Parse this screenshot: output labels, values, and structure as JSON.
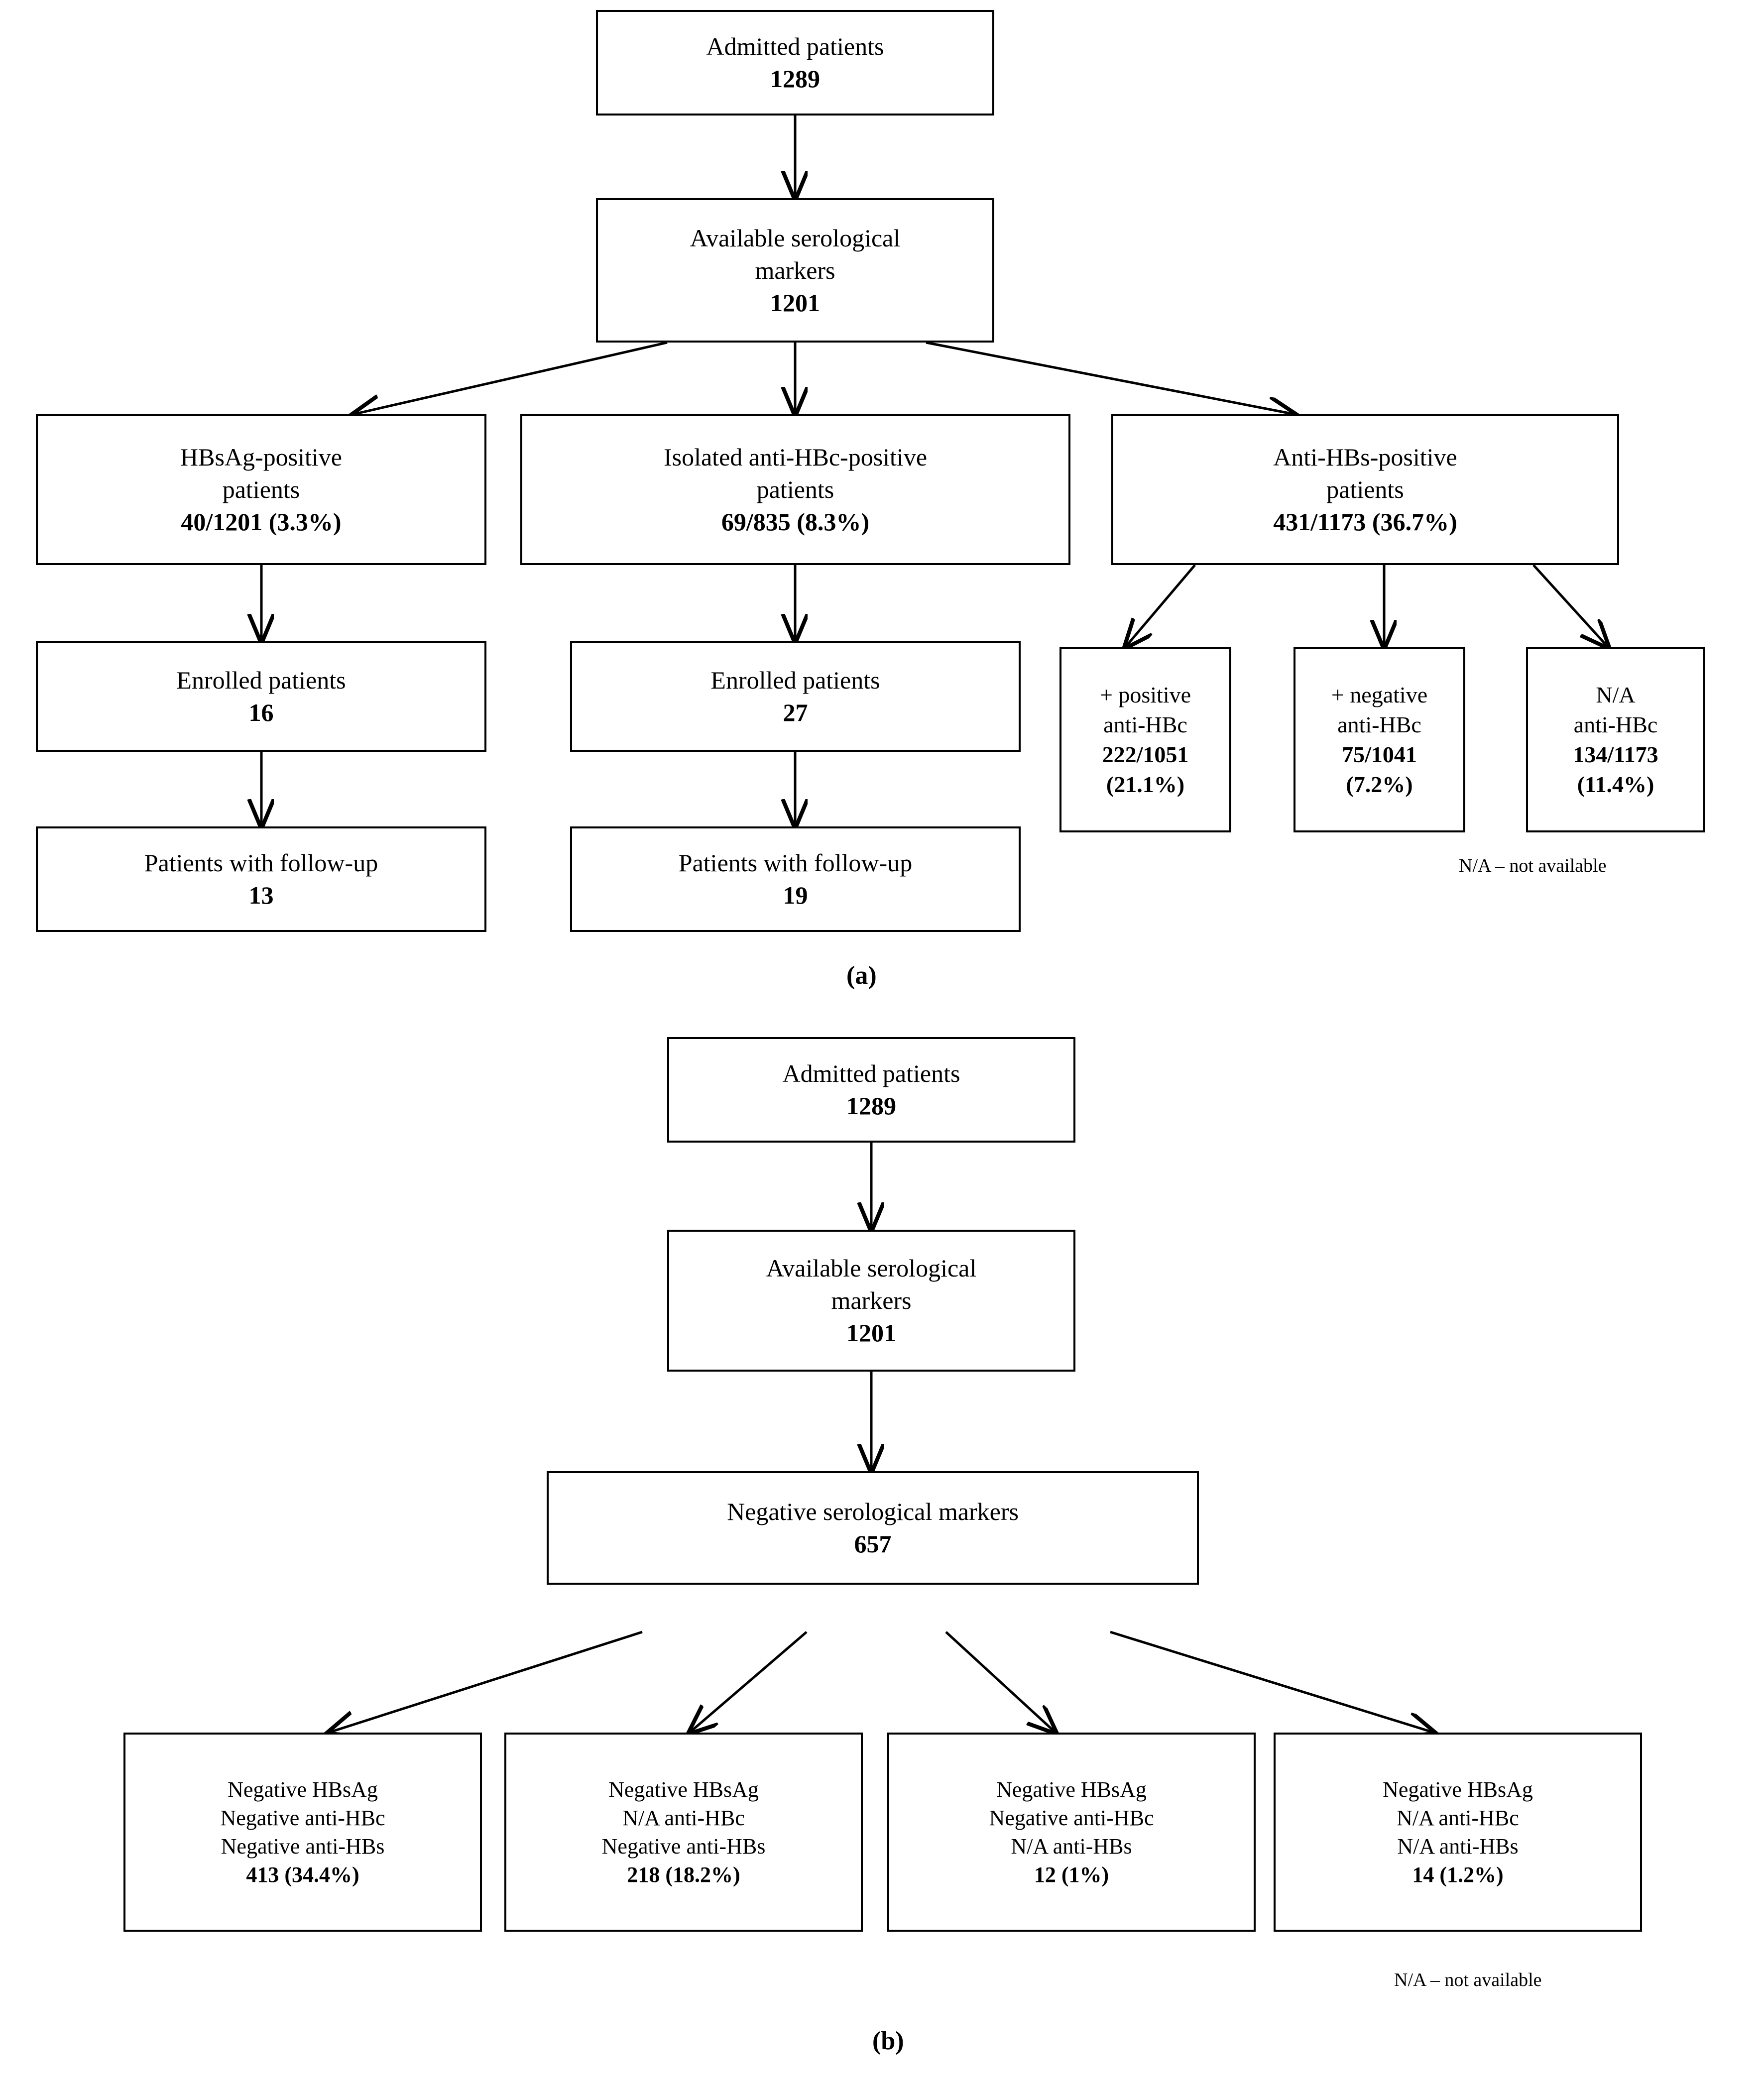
{
  "figure": {
    "panels": [
      {
        "label": "(a)",
        "note": "N/A – not available",
        "nodes": [
          {
            "id": "a-admitted",
            "lines": [
              {
                "t": "Admitted patients",
                "bold": false
              },
              {
                "t": "1289",
                "bold": true
              }
            ]
          },
          {
            "id": "a-available",
            "lines": [
              {
                "t": "Available serological",
                "bold": false
              },
              {
                "t": "markers",
                "bold": false
              },
              {
                "t": "1201",
                "bold": true
              }
            ]
          },
          {
            "id": "a-hbsag",
            "lines": [
              {
                "t": "HBsAg-positive",
                "bold": false
              },
              {
                "t": "patients",
                "bold": false
              },
              {
                "t": "40/1201 (3.3%)",
                "bold": true
              }
            ]
          },
          {
            "id": "a-isolated",
            "lines": [
              {
                "t": "Isolated anti-HBc-positive",
                "bold": false
              },
              {
                "t": "patients",
                "bold": false
              },
              {
                "t": "69/835 (8.3%)",
                "bold": true
              }
            ]
          },
          {
            "id": "a-antihbs",
            "lines": [
              {
                "t": "Anti-HBs-positive",
                "bold": false
              },
              {
                "t": "patients",
                "bold": false
              },
              {
                "t": "431/1173 (36.7%)",
                "bold": true
              }
            ]
          },
          {
            "id": "a-enrolled-1",
            "lines": [
              {
                "t": "Enrolled patients",
                "bold": false
              },
              {
                "t": "16",
                "bold": true
              }
            ]
          },
          {
            "id": "a-enrolled-2",
            "lines": [
              {
                "t": "Enrolled patients",
                "bold": false
              },
              {
                "t": "27",
                "bold": true
              }
            ]
          },
          {
            "id": "a-followup-1",
            "lines": [
              {
                "t": "Patients with follow-up",
                "bold": false
              },
              {
                "t": "13",
                "bold": true
              }
            ]
          },
          {
            "id": "a-followup-2",
            "lines": [
              {
                "t": "Patients with follow-up",
                "bold": false
              },
              {
                "t": "19",
                "bold": true
              }
            ]
          },
          {
            "id": "a-pos-hbc",
            "lines": [
              {
                "t": "+ positive",
                "bold": false
              },
              {
                "t": "anti-HBc",
                "bold": false
              },
              {
                "t": "222/1051",
                "bold": true
              },
              {
                "t": "(21.1%)",
                "bold": true
              }
            ]
          },
          {
            "id": "a-neg-hbc",
            "lines": [
              {
                "t": "+ negative",
                "bold": false
              },
              {
                "t": "anti-HBc",
                "bold": false
              },
              {
                "t": "75/1041",
                "bold": true
              },
              {
                "t": "(7.2%)",
                "bold": true
              }
            ]
          },
          {
            "id": "a-na-hbc",
            "lines": [
              {
                "t": "N/A",
                "bold": false
              },
              {
                "t": "anti-HBc",
                "bold": false
              },
              {
                "t": "134/1173",
                "bold": true
              },
              {
                "t": "(11.4%)",
                "bold": true
              }
            ]
          }
        ]
      },
      {
        "label": "(b)",
        "note": "N/A – not available",
        "nodes": [
          {
            "id": "b-admitted",
            "lines": [
              {
                "t": "Admitted patients",
                "bold": false
              },
              {
                "t": "1289",
                "bold": true
              }
            ]
          },
          {
            "id": "b-available",
            "lines": [
              {
                "t": "Available serological",
                "bold": false
              },
              {
                "t": "markers",
                "bold": false
              },
              {
                "t": "1201",
                "bold": true
              }
            ]
          },
          {
            "id": "b-negative",
            "lines": [
              {
                "t": "Negative serological markers",
                "bold": false
              },
              {
                "t": "657",
                "bold": true
              }
            ]
          },
          {
            "id": "b-g1",
            "lines": [
              {
                "t": "Negative HBsAg",
                "bold": false
              },
              {
                "t": "Negative anti-HBc",
                "bold": false
              },
              {
                "t": "Negative anti-HBs",
                "bold": false
              },
              {
                "t": "413 (34.4%)",
                "bold": true
              }
            ]
          },
          {
            "id": "b-g2",
            "lines": [
              {
                "t": "Negative HBsAg",
                "bold": false
              },
              {
                "t": "N/A anti-HBc",
                "bold": false
              },
              {
                "t": "Negative anti-HBs",
                "bold": false
              },
              {
                "t": "218 (18.2%)",
                "bold": true
              }
            ]
          },
          {
            "id": "b-g3",
            "lines": [
              {
                "t": "Negative HBsAg",
                "bold": false
              },
              {
                "t": "Negative anti-HBc",
                "bold": false
              },
              {
                "t": "N/A anti-HBs",
                "bold": false
              },
              {
                "t": "12 (1%)",
                "bold": true
              }
            ]
          },
          {
            "id": "b-g4",
            "lines": [
              {
                "t": "Negative HBsAg",
                "bold": false
              },
              {
                "t": "N/A anti-HBc",
                "bold": false
              },
              {
                "t": "N/A anti-HBs",
                "bold": false
              },
              {
                "t": "14 (1.2%)",
                "bold": true
              }
            ]
          }
        ]
      }
    ]
  },
  "chart_data": {
    "type": "diagram",
    "title": "Patient serological screening flow chart",
    "panel_a": {
      "label": "(a)",
      "flow": [
        {
          "node": "Admitted patients",
          "value": 1289
        },
        {
          "node": "Available serological markers",
          "value": 1201
        },
        {
          "node": "HBsAg-positive patients",
          "numerator": 40,
          "denominator": 1201,
          "percent": 3.3
        },
        {
          "node": "Isolated anti-HBc-positive patients",
          "numerator": 69,
          "denominator": 835,
          "percent": 8.3
        },
        {
          "node": "Anti-HBs-positive patients",
          "numerator": 431,
          "denominator": 1173,
          "percent": 36.7
        },
        {
          "node": "Enrolled patients (HBsAg branch)",
          "value": 16
        },
        {
          "node": "Patients with follow-up (HBsAg branch)",
          "value": 13
        },
        {
          "node": "Enrolled patients (isolated anti-HBc branch)",
          "value": 27
        },
        {
          "node": "Patients with follow-up (isolated anti-HBc branch)",
          "value": 19
        },
        {
          "node": "+ positive anti-HBc",
          "numerator": 222,
          "denominator": 1051,
          "percent": 21.1
        },
        {
          "node": "+ negative anti-HBc",
          "numerator": 75,
          "denominator": 1041,
          "percent": 7.2
        },
        {
          "node": "N/A anti-HBc",
          "numerator": 134,
          "denominator": 1173,
          "percent": 11.4
        }
      ]
    },
    "panel_b": {
      "label": "(b)",
      "flow": [
        {
          "node": "Admitted patients",
          "value": 1289
        },
        {
          "node": "Available serological markers",
          "value": 1201
        },
        {
          "node": "Negative serological markers",
          "value": 657
        },
        {
          "node": "Negative HBsAg / Negative anti-HBc / Negative anti-HBs",
          "value": 413,
          "percent": 34.4
        },
        {
          "node": "Negative HBsAg / N/A anti-HBc / Negative anti-HBs",
          "value": 218,
          "percent": 18.2
        },
        {
          "node": "Negative HBsAg / Negative anti-HBc / N/A anti-HBs",
          "value": 12,
          "percent": 1
        },
        {
          "node": "Negative HBsAg / N/A anti-HBc / N/A anti-HBs",
          "value": 14,
          "percent": 1.2
        }
      ]
    },
    "footnote": "N/A – not available"
  }
}
